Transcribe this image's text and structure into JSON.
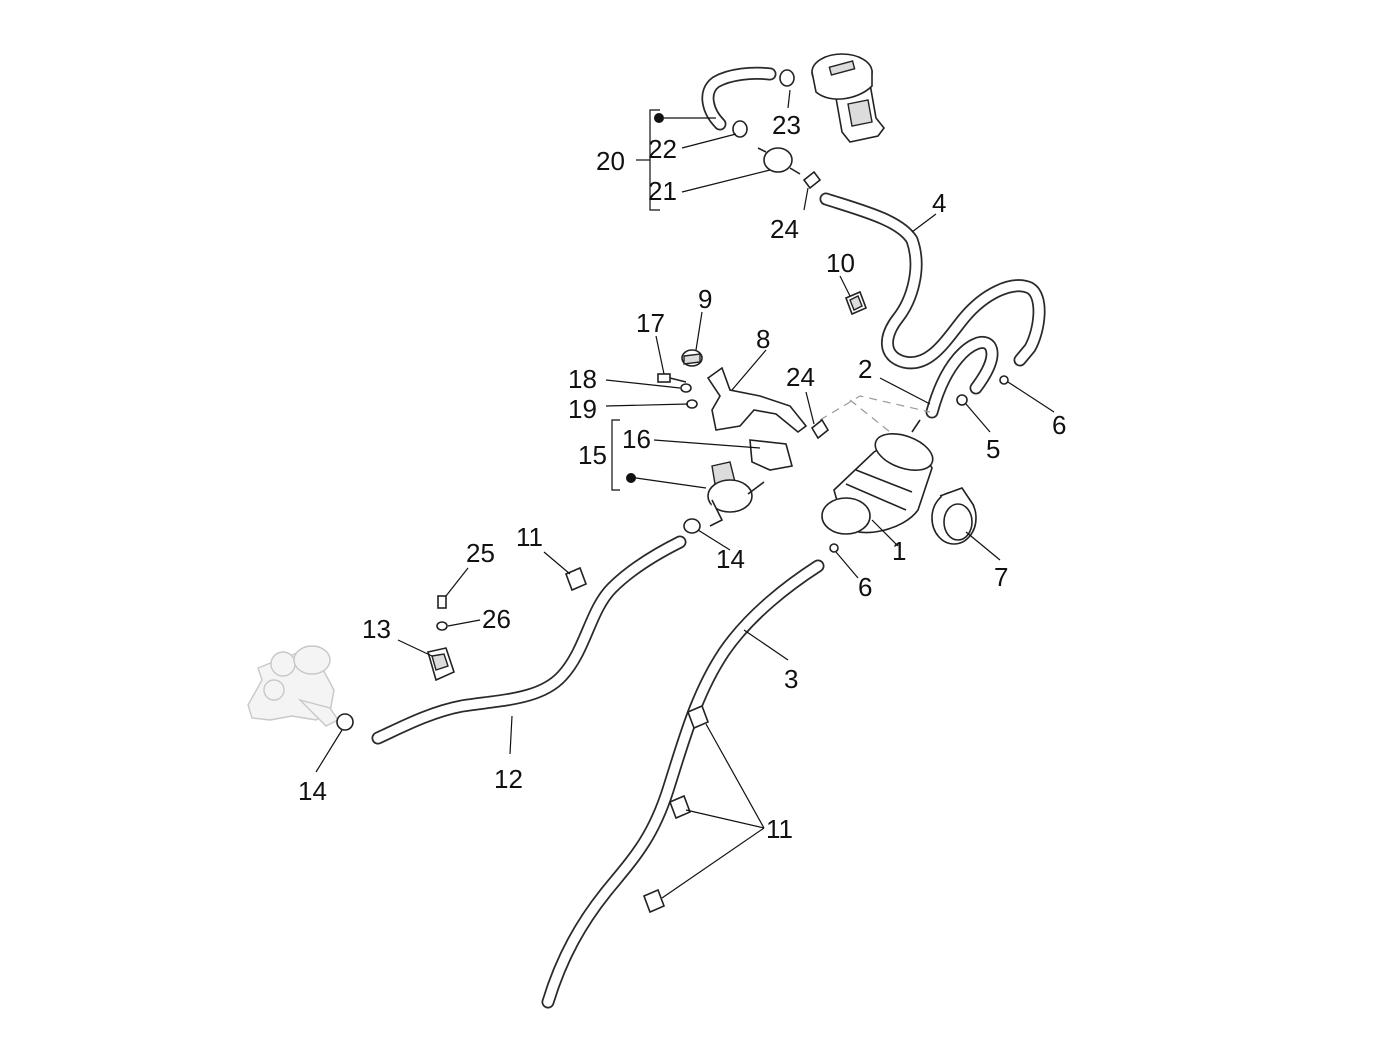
{
  "diagram": {
    "labels": {
      "p1": "1",
      "p2": "2",
      "p3": "3",
      "p4": "4",
      "p5": "5",
      "p6a": "6",
      "p6b": "6",
      "p7": "7",
      "p8": "8",
      "p9": "9",
      "p10": "10",
      "p11a": "11",
      "p11b": "11",
      "p12": "12",
      "p13": "13",
      "p14a": "14",
      "p14b": "14",
      "p15": "15",
      "p16": "16",
      "p17": "17",
      "p18": "18",
      "p19": "19",
      "p20": "20",
      "p21": "21",
      "p22": "22",
      "p23": "23",
      "p24a": "24",
      "p24b": "24",
      "p25": "25",
      "p26": "26"
    },
    "icons": {
      "fuel_cap": "fuel-cap-icon",
      "canister": "evap-canister-icon",
      "throttle_body": "throttle-body-icon",
      "valve": "solenoid-valve-icon",
      "dot_marker": "kit-dot-icon"
    },
    "colors": {
      "line": "#222222",
      "ghost": "#c8c8c8",
      "background": "#ffffff"
    }
  }
}
